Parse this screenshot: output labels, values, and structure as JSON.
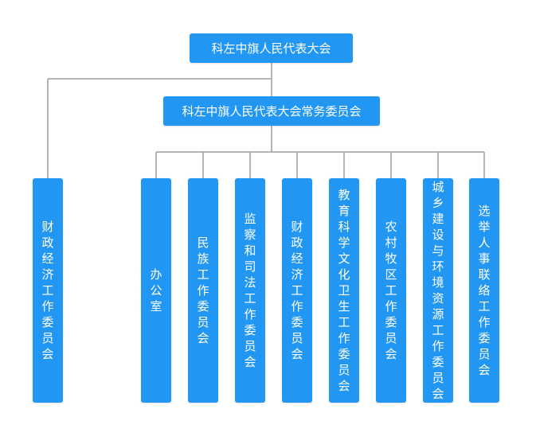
{
  "top_node": {
    "label": "科左中旗人民代表大会"
  },
  "standing_committee": {
    "label": "科左中旗人民代表大会常务委员会"
  },
  "direct_committee": {
    "label": "财政经济工作委员会"
  },
  "sub_committees": [
    {
      "label": "办公室"
    },
    {
      "label": "民族工作委员会"
    },
    {
      "label": "监察和司法工作委员会"
    },
    {
      "label": "财政经济工作委员会"
    },
    {
      "label": "教育科学文化卫生工作委员会"
    },
    {
      "label": "农村牧区工作委员会"
    },
    {
      "label": "城乡建设与环境资源工作委员会"
    },
    {
      "label": "选举人事联络工作委员会"
    }
  ],
  "colors": {
    "node": "#2196f3",
    "connector": "#9e9e9e",
    "text": "#ffffff"
  }
}
